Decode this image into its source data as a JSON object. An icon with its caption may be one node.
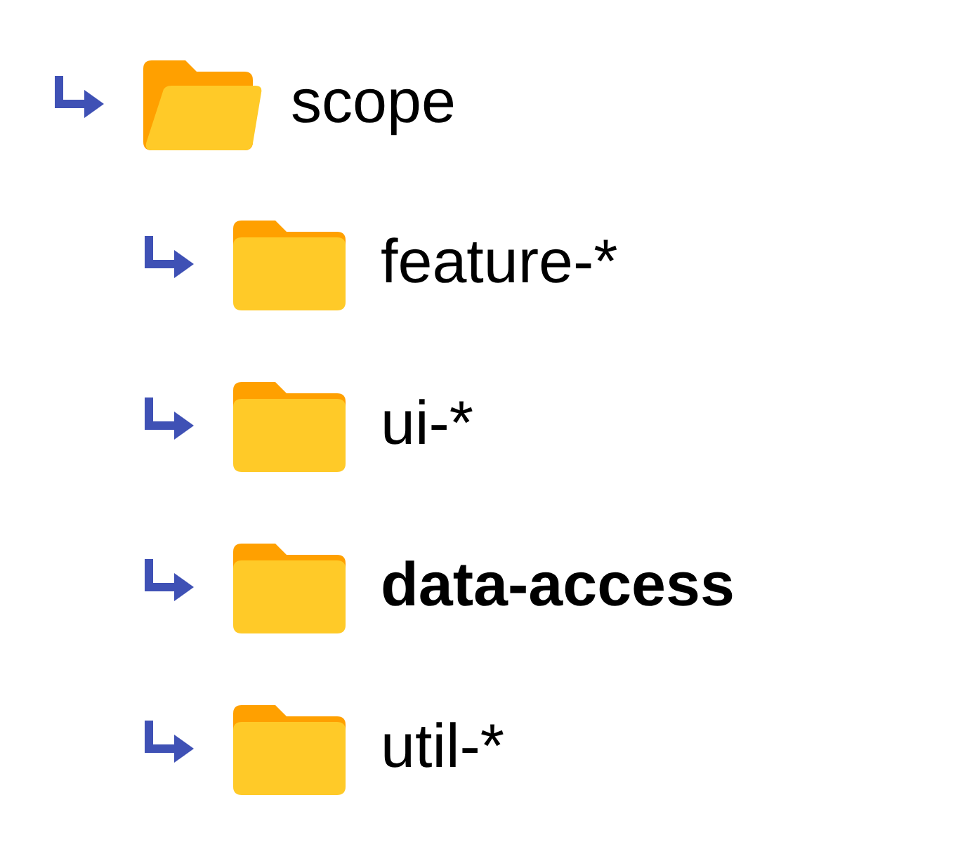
{
  "diagram": {
    "labels": [
      "scope",
      "feature-*",
      "ui-*",
      "data-access",
      "util-*"
    ]
  }
}
